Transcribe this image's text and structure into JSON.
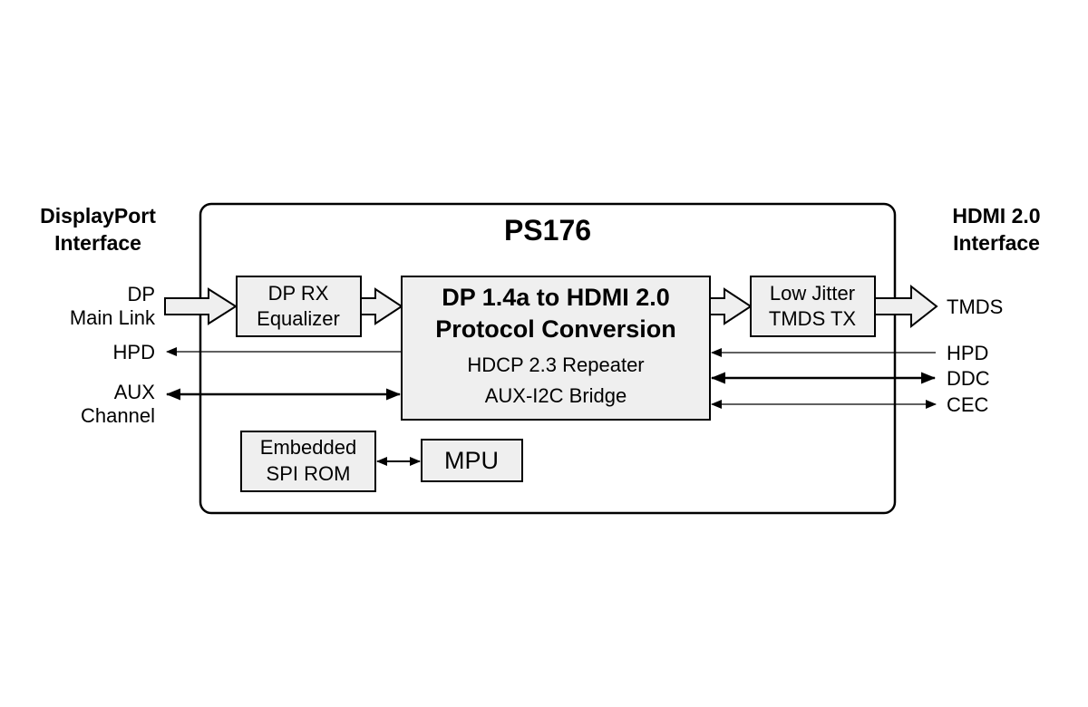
{
  "diagram": {
    "chip_name": "PS176",
    "left_interface": {
      "title_line1": "DisplayPort",
      "title_line2": "Interface",
      "signals": {
        "main_link_line1": "DP",
        "main_link_line2": "Main Link",
        "hpd": "HPD",
        "aux_line1": "AUX",
        "aux_line2": "Channel"
      }
    },
    "right_interface": {
      "title_line1": "HDMI 2.0",
      "title_line2": "Interface",
      "signals": {
        "tmds": "TMDS",
        "hpd": "HPD",
        "ddc": "DDC",
        "cec": "CEC"
      }
    },
    "blocks": {
      "dp_rx": {
        "line1": "DP RX",
        "line2": "Equalizer"
      },
      "core": {
        "title_line1": "DP 1.4a to HDMI 2.0",
        "title_line2": "Protocol Conversion",
        "sub_line1": "HDCP 2.3 Repeater",
        "sub_line2": "AUX-I2C Bridge"
      },
      "tmds_tx": {
        "line1": "Low Jitter",
        "line2": "TMDS TX"
      },
      "spi_rom": {
        "line1": "Embedded",
        "line2": "SPI ROM"
      },
      "mpu": {
        "label": "MPU"
      }
    },
    "colors": {
      "block_fill": "#efefef",
      "stroke": "#000000",
      "background": "#ffffff"
    }
  }
}
